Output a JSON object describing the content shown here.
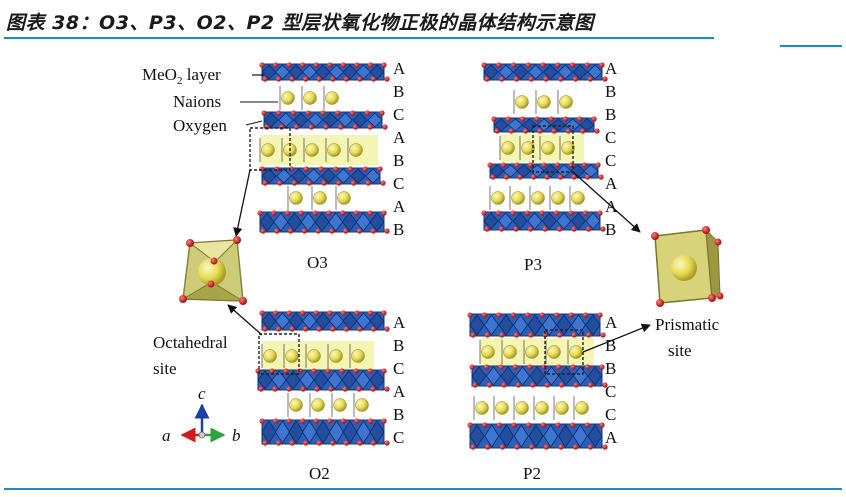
{
  "title": "图表 38：O3、P3、O2、P2 型层状氧化物正极的晶体结构示意图",
  "colors": {
    "rule": "#1f8ac9",
    "octahedra": "#2c5fb8",
    "octahedra_dark": "#14357a",
    "oxygen": "#d11a1a",
    "sodium": "#e7e05a",
    "highlight": "#f2f2a8"
  },
  "legend": {
    "meo2_prefix": "MeO",
    "meo2_sub": "2",
    "meo2_suffix": " layer",
    "naions": "Naions",
    "oxygen": "Oxygen"
  },
  "annotations": {
    "octahedral_line1": "Octahedral",
    "octahedral_line2": "site",
    "prismatic_line1": "Prismatic",
    "prismatic_line2": "site"
  },
  "axes": {
    "c": "c",
    "a": "a",
    "b": "b"
  },
  "structures": [
    {
      "name": "O3",
      "stacking": [
        "A",
        "B",
        "C",
        "A",
        "B",
        "C",
        "A",
        "B"
      ]
    },
    {
      "name": "P3",
      "stacking": [
        "A",
        "B",
        "B",
        "C",
        "C",
        "A",
        "A",
        "B"
      ]
    },
    {
      "name": "O2",
      "stacking": [
        "A",
        "B",
        "C",
        "A",
        "B",
        "C"
      ]
    },
    {
      "name": "P2",
      "stacking": [
        "A",
        "B",
        "B",
        "C",
        "C",
        "A"
      ]
    }
  ]
}
